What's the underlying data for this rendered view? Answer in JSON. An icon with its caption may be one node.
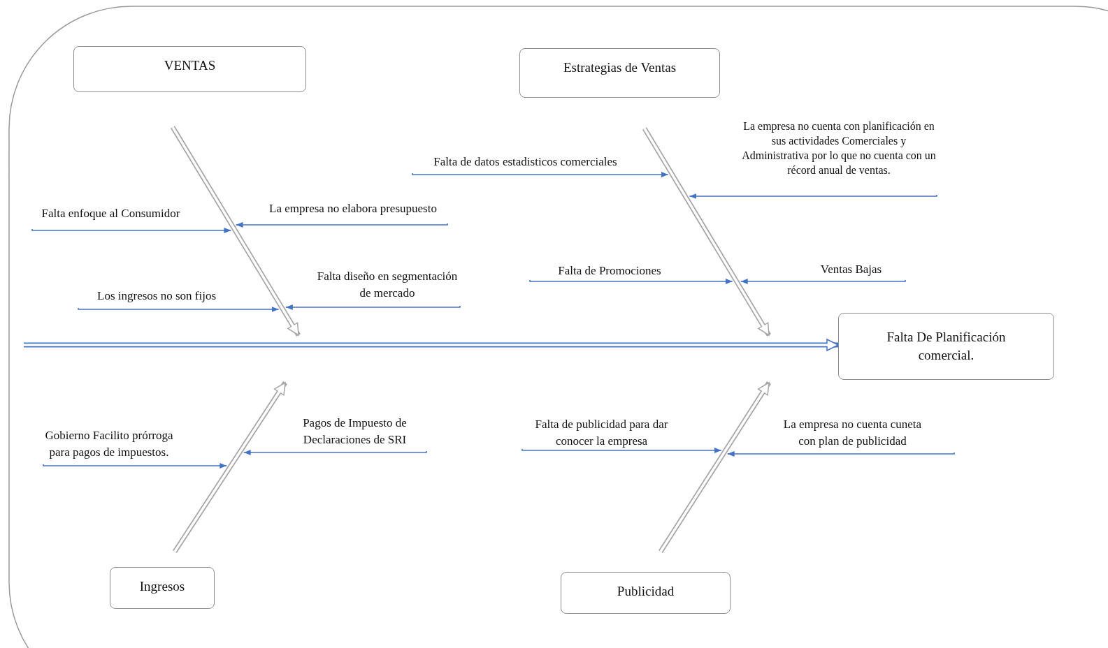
{
  "diagram": {
    "nodes": [
      {
        "text": [
          "VENTAS"
        ]
      },
      {
        "text": [
          "Estrategias de Ventas"
        ]
      },
      {
        "text": [
          "La empresa no cuenta con planificación en sus actividades Comerciales y Administrativa por lo que no cuenta con un récord anual de ventas."
        ]
      },
      {
        "text": [
          "Falta de datos estadisticos comerciales"
        ]
      },
      {
        "text": [
          "Falta enfoque al Consumidor"
        ]
      },
      {
        "text": [
          "La empresa no elabora presupuesto"
        ]
      },
      {
        "text": [
          "Falta de Promociones"
        ]
      },
      {
        "text": [
          "Ventas Bajas"
        ]
      },
      {
        "text": [
          "Los ingresos no son fijos"
        ]
      },
      {
        "text": [
          "Falta diseño en segmentación de mercado"
        ]
      },
      {
        "text": [
          "Falta De Planificación comercial."
        ]
      },
      {
        "text": [
          "Pagos de Impuesto de Declaraciones de SRI"
        ]
      },
      {
        "text": [
          "Falta de publicidad para dar conocer la empresa"
        ]
      },
      {
        "text": [
          "La empresa no cuenta cuneta con plan de publicidad"
        ]
      },
      {
        "text": [
          "Gobierno Facilito prórroga para pagos de impuestos."
        ]
      },
      {
        "text": [
          "Ingresos"
        ]
      },
      {
        "text": [
          "Publicidad"
        ]
      },
      {
        "text": [],
        "shape": "arrow"
      },
      {
        "text": [],
        "shape": "arrow"
      },
      {
        "text": [],
        "shape": "arrow"
      },
      {
        "text": [],
        "shape": "arrow"
      }
    ],
    "edges": [
      {
        "from": 2,
        "to": 18,
        "arrow": "to"
      },
      {
        "from": 3,
        "to": 18,
        "arrow": "to"
      },
      {
        "from": 4,
        "to": 17,
        "arrow": "to"
      },
      {
        "from": 5,
        "to": 17,
        "arrow": "to"
      },
      {
        "from": 6,
        "to": 18,
        "arrow": "to"
      },
      {
        "from": 7,
        "to": 18,
        "arrow": "to"
      },
      {
        "from": 8,
        "to": 17,
        "arrow": "to"
      },
      {
        "from": 9,
        "to": 17,
        "arrow": "to"
      },
      {
        "from": null,
        "to": 10,
        "arrow": "to",
        "style": "thick"
      },
      {
        "from": 11,
        "to": 19,
        "arrow": "to"
      },
      {
        "from": 12,
        "to": 20,
        "arrow": "to"
      },
      {
        "from": 13,
        "to": 20,
        "arrow": "to"
      },
      {
        "from": 14,
        "to": 19,
        "arrow": "to"
      }
    ]
  }
}
